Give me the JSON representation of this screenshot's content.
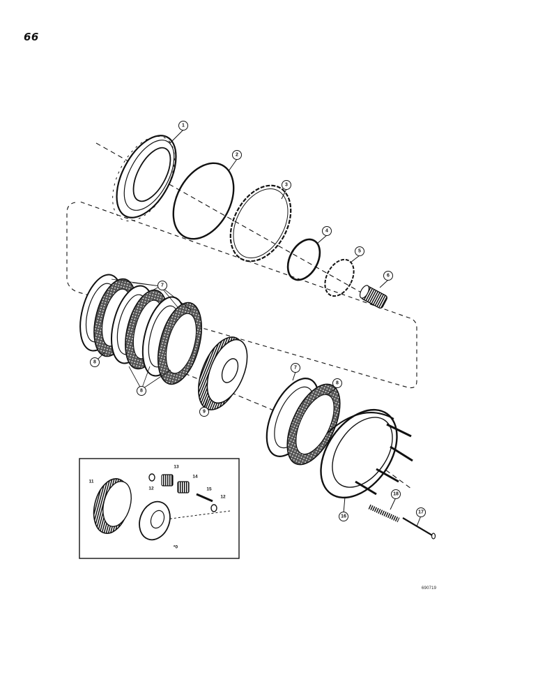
{
  "page": {
    "number": "66",
    "drawing_code": "690719"
  },
  "callouts": {
    "c1": "1",
    "c2": "2",
    "c3": "3",
    "c4": "4",
    "c5": "5",
    "c6": "6",
    "c7a": "7",
    "c7b": "7",
    "c8a": "8",
    "c8b": "8",
    "c8c": "8",
    "c9": "9",
    "c16": "16",
    "c18": "18",
    "c17": "17"
  },
  "inset_labels": {
    "l11": "11",
    "l12a": "12",
    "l13": "13",
    "l14": "14",
    "l15": "15",
    "l12b": "12",
    "l10": "*0"
  }
}
